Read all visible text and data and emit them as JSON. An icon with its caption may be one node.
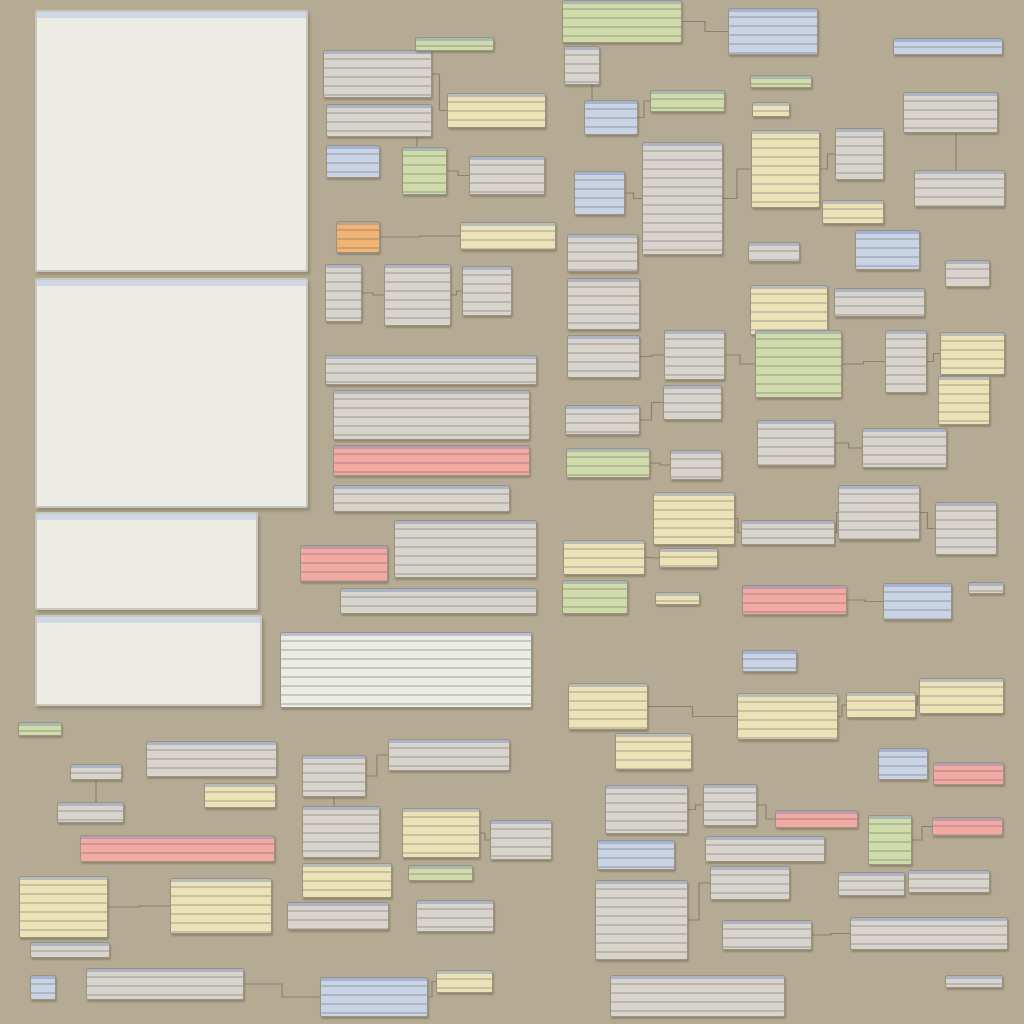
{
  "diagram": {
    "nodes": [
      {
        "text": [],
        "shape": "box"
      },
      {
        "text": [],
        "shape": "box"
      },
      {
        "text": [],
        "shape": "box"
      },
      {
        "text": [],
        "shape": "box"
      },
      {
        "text": [],
        "shape": "box"
      },
      {
        "text": [],
        "shape": "box"
      },
      {
        "text": [],
        "shape": "box"
      },
      {
        "text": [],
        "shape": "box"
      },
      {
        "text": [],
        "shape": "box"
      },
      {
        "text": [],
        "shape": "box"
      },
      {
        "text": [],
        "shape": "box"
      },
      {
        "text": [],
        "shape": "box"
      },
      {
        "text": [],
        "shape": "box"
      },
      {
        "text": [],
        "shape": "box"
      },
      {
        "text": [],
        "shape": "box"
      },
      {
        "text": [],
        "shape": "box"
      },
      {
        "text": [],
        "shape": "box"
      },
      {
        "text": [],
        "shape": "box"
      },
      {
        "text": [],
        "shape": "box"
      },
      {
        "text": [],
        "shape": "box"
      },
      {
        "text": [],
        "shape": "box"
      },
      {
        "text": [],
        "shape": "box"
      },
      {
        "text": [],
        "shape": "box"
      },
      {
        "text": [],
        "shape": "box"
      },
      {
        "text": [],
        "shape": "box"
      },
      {
        "text": [],
        "shape": "box"
      },
      {
        "text": [],
        "shape": "box"
      },
      {
        "text": [],
        "shape": "box"
      },
      {
        "text": [],
        "shape": "box"
      },
      {
        "text": [],
        "shape": "box"
      },
      {
        "text": [],
        "shape": "box"
      },
      {
        "text": [],
        "shape": "box"
      },
      {
        "text": [],
        "shape": "box"
      },
      {
        "text": [],
        "shape": "box"
      },
      {
        "text": [],
        "shape": "box"
      },
      {
        "text": [],
        "shape": "box"
      },
      {
        "text": [],
        "shape": "box"
      },
      {
        "text": [],
        "shape": "box"
      },
      {
        "text": [],
        "shape": "box"
      },
      {
        "text": [],
        "shape": "box"
      },
      {
        "text": [],
        "shape": "box"
      },
      {
        "text": [],
        "shape": "box"
      },
      {
        "text": [],
        "shape": "box"
      },
      {
        "text": [],
        "shape": "box"
      },
      {
        "text": [],
        "shape": "box"
      },
      {
        "text": [],
        "shape": "box"
      },
      {
        "text": [],
        "shape": "box"
      },
      {
        "text": [],
        "shape": "box"
      },
      {
        "text": [],
        "shape": "box"
      },
      {
        "text": [],
        "shape": "box"
      },
      {
        "text": [],
        "shape": "box"
      },
      {
        "text": [],
        "shape": "box"
      },
      {
        "text": [],
        "shape": "box"
      },
      {
        "text": [],
        "shape": "box"
      },
      {
        "text": [],
        "shape": "box"
      },
      {
        "text": [],
        "shape": "box"
      },
      {
        "text": [],
        "shape": "box"
      },
      {
        "text": [],
        "shape": "box"
      },
      {
        "text": [],
        "shape": "box"
      },
      {
        "text": [],
        "shape": "box"
      },
      {
        "text": [],
        "shape": "box"
      },
      {
        "text": [],
        "shape": "box"
      },
      {
        "text": [],
        "shape": "box"
      },
      {
        "text": [],
        "shape": "box"
      },
      {
        "text": [],
        "shape": "box"
      },
      {
        "text": [],
        "shape": "box"
      },
      {
        "text": [],
        "shape": "box"
      },
      {
        "text": [],
        "shape": "box"
      },
      {
        "text": [],
        "shape": "box"
      },
      {
        "text": [],
        "shape": "box"
      },
      {
        "text": [],
        "shape": "box"
      },
      {
        "text": [],
        "shape": "box"
      },
      {
        "text": [],
        "shape": "box"
      },
      {
        "text": [],
        "shape": "box"
      },
      {
        "text": [],
        "shape": "box"
      },
      {
        "text": [],
        "shape": "box"
      },
      {
        "text": [],
        "shape": "box"
      },
      {
        "text": [],
        "shape": "box"
      },
      {
        "text": [],
        "shape": "box"
      },
      {
        "text": [],
        "shape": "box"
      },
      {
        "text": [],
        "shape": "box"
      },
      {
        "text": [],
        "shape": "box"
      },
      {
        "text": [],
        "shape": "box"
      },
      {
        "text": [],
        "shape": "box"
      },
      {
        "text": [],
        "shape": "box"
      },
      {
        "text": [],
        "shape": "box"
      },
      {
        "text": [],
        "shape": "box"
      },
      {
        "text": [],
        "shape": "box"
      },
      {
        "text": [],
        "shape": "box"
      },
      {
        "text": [],
        "shape": "box"
      },
      {
        "text": [],
        "shape": "box"
      },
      {
        "text": [],
        "shape": "box"
      },
      {
        "text": [],
        "shape": "box"
      },
      {
        "text": [],
        "shape": "box"
      },
      {
        "text": [],
        "shape": "box"
      },
      {
        "text": [],
        "shape": "box"
      },
      {
        "text": [],
        "shape": "box"
      },
      {
        "text": [],
        "shape": "box"
      },
      {
        "text": [],
        "shape": "box"
      },
      {
        "text": [],
        "shape": "box"
      },
      {
        "text": [],
        "shape": "box"
      },
      {
        "text": [],
        "shape": "box"
      },
      {
        "text": [],
        "shape": "box"
      },
      {
        "text": [],
        "shape": "box"
      },
      {
        "text": [],
        "shape": "box"
      },
      {
        "text": [],
        "shape": "box"
      },
      {
        "text": [],
        "shape": "box"
      },
      {
        "text": [],
        "shape": "box"
      },
      {
        "text": [],
        "shape": "box"
      },
      {
        "text": [],
        "shape": "box"
      },
      {
        "text": [],
        "shape": "box"
      },
      {
        "text": [],
        "shape": "box"
      },
      {
        "text": [],
        "shape": "box"
      },
      {
        "text": [],
        "shape": "box"
      }
    ],
    "edges": [
      {
        "from": 12,
        "to": 17,
        "arrow": "none"
      },
      {
        "from": 13,
        "to": 15,
        "arrow": "none"
      },
      {
        "from": 15,
        "to": 18,
        "arrow": "none"
      },
      {
        "from": 19,
        "to": 20,
        "arrow": "none"
      },
      {
        "from": 21,
        "to": 22,
        "arrow": "none"
      },
      {
        "from": 22,
        "to": 23,
        "arrow": "none"
      },
      {
        "from": 24,
        "to": 25,
        "arrow": "none"
      },
      {
        "from": 27,
        "to": 28,
        "arrow": "none"
      },
      {
        "from": 28,
        "to": 29,
        "arrow": "none"
      },
      {
        "from": 33,
        "to": 34,
        "arrow": "none"
      },
      {
        "from": 34,
        "to": 35,
        "arrow": "none"
      },
      {
        "from": 35,
        "to": 36,
        "arrow": "none"
      },
      {
        "from": 32,
        "to": 37,
        "arrow": "none"
      },
      {
        "from": 46,
        "to": 47,
        "arrow": "none"
      },
      {
        "from": 47,
        "to": 48,
        "arrow": "none"
      },
      {
        "from": 48,
        "to": 49,
        "arrow": "none"
      },
      {
        "from": 49,
        "to": 50,
        "arrow": "none"
      },
      {
        "from": 51,
        "to": 52,
        "arrow": "none"
      },
      {
        "from": 53,
        "to": 54,
        "arrow": "none"
      },
      {
        "from": 56,
        "to": 57,
        "arrow": "none"
      },
      {
        "from": 58,
        "to": 59,
        "arrow": "none"
      },
      {
        "from": 59,
        "to": 60,
        "arrow": "none"
      },
      {
        "from": 60,
        "to": 61,
        "arrow": "none"
      },
      {
        "from": 62,
        "to": 63,
        "arrow": "none"
      },
      {
        "from": 64,
        "to": 65,
        "arrow": "none"
      },
      {
        "from": 70,
        "to": 72,
        "arrow": "none"
      },
      {
        "from": 72,
        "to": 73,
        "arrow": "none"
      },
      {
        "from": 73,
        "to": 74,
        "arrow": "none"
      },
      {
        "from": 75,
        "to": 77,
        "arrow": "none"
      },
      {
        "from": 77,
        "to": 78,
        "arrow": "none"
      },
      {
        "from": 79,
        "to": 81,
        "arrow": "none"
      },
      {
        "from": 84,
        "to": 85,
        "arrow": "none"
      },
      {
        "from": 86,
        "to": 87,
        "arrow": "none"
      },
      {
        "from": 100,
        "to": 101,
        "arrow": "none"
      },
      {
        "from": 94,
        "to": 96,
        "arrow": "none"
      },
      {
        "from": 100,
        "to": 102,
        "arrow": "none"
      },
      {
        "from": 103,
        "to": 104,
        "arrow": "none"
      },
      {
        "from": 98,
        "to": 99,
        "arrow": "none"
      },
      {
        "from": 109,
        "to": 110,
        "arrow": "none"
      },
      {
        "from": 110,
        "to": 111,
        "arrow": "none"
      }
    ]
  }
}
